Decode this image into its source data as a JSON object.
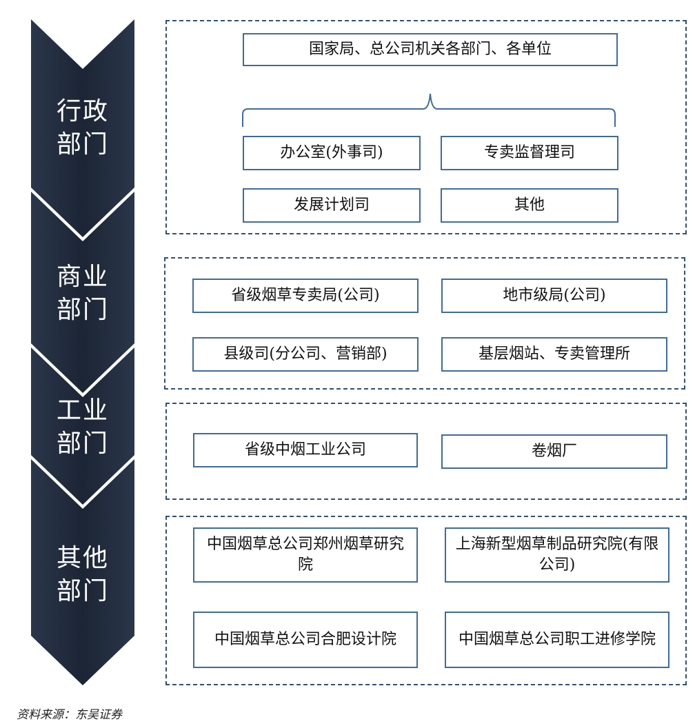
{
  "colors": {
    "chevron": "#1f2a3c",
    "border": "#3e6aa0",
    "dashed": "#2f4f7a"
  },
  "sections": [
    {
      "label_line1": "行政",
      "label_line2": "部门",
      "top_box": "国家局、总公司机关各部门、各单位",
      "boxes": [
        "办公室(外事司)",
        "专卖监督理司",
        "发展计划司",
        "其他"
      ]
    },
    {
      "label_line1": "商业",
      "label_line2": "部门",
      "boxes": [
        "省级烟草专卖局(公司)",
        "地市级局(公司)",
        "县级司(分公司、营销部)",
        "基层烟站、专卖管理所"
      ]
    },
    {
      "label_line1": "工业",
      "label_line2": "部门",
      "boxes": [
        "省级中烟工业公司",
        "卷烟厂"
      ]
    },
    {
      "label_line1": "其他",
      "label_line2": "部门",
      "boxes": [
        "中国烟草总公司郑州烟草研究院",
        "上海新型烟草制品研究院(有限公司)",
        "中国烟草总公司合肥设计院",
        "中国烟草总公司职工进修学院"
      ]
    }
  ],
  "source": "资料来源：东吴证券"
}
